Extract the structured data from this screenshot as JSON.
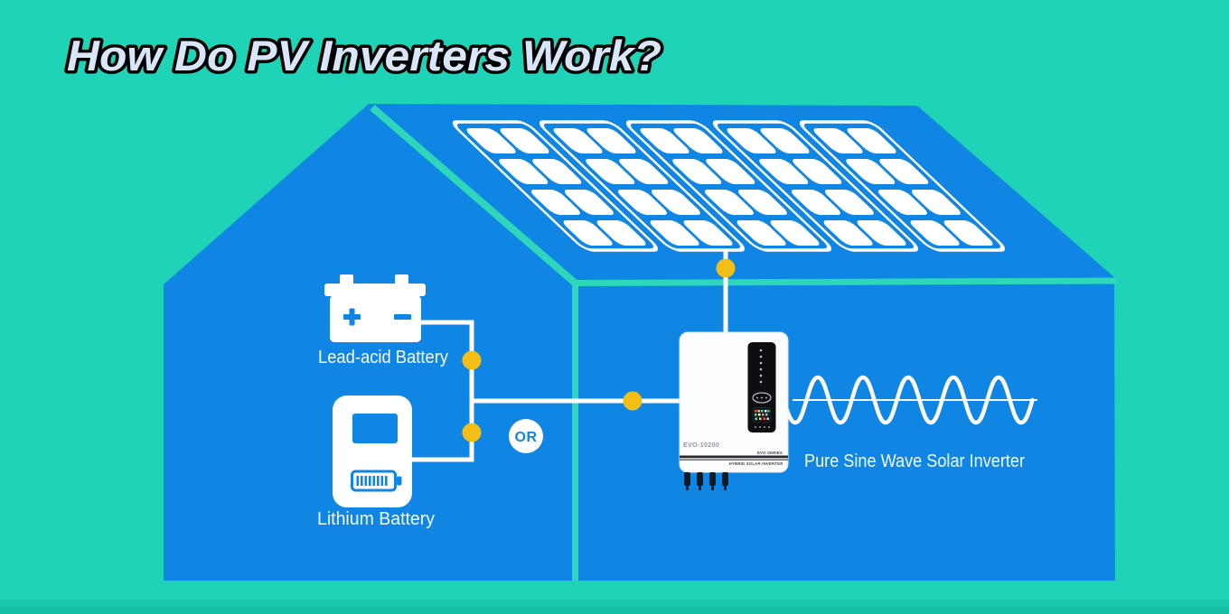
{
  "title": "How Do PV Inverters Work?",
  "house": {
    "batteries": {
      "lead_acid_label": "Lead-acid Battery",
      "lithium_label": "Lithium Battery",
      "or_label": "OR"
    },
    "inverter": {
      "model": "EVO-10200",
      "series": "EVO SERIES",
      "product_type": "HYBRID SOLAR INVERTER",
      "caption": "Pure Sine Wave Solar Inverter"
    }
  },
  "colors": {
    "background_teal": "#1fd3b6",
    "bottom_strip_teal": "#13bfa3",
    "house_blue": "#0f86e3",
    "roofline_teal": "#2ed7b9",
    "connector_yellow": "#f3bf16",
    "wire_white": "#ffffff",
    "title_fill": "#d9e5f8",
    "title_outline": "#000000",
    "label_text": "#f4f9ff"
  }
}
